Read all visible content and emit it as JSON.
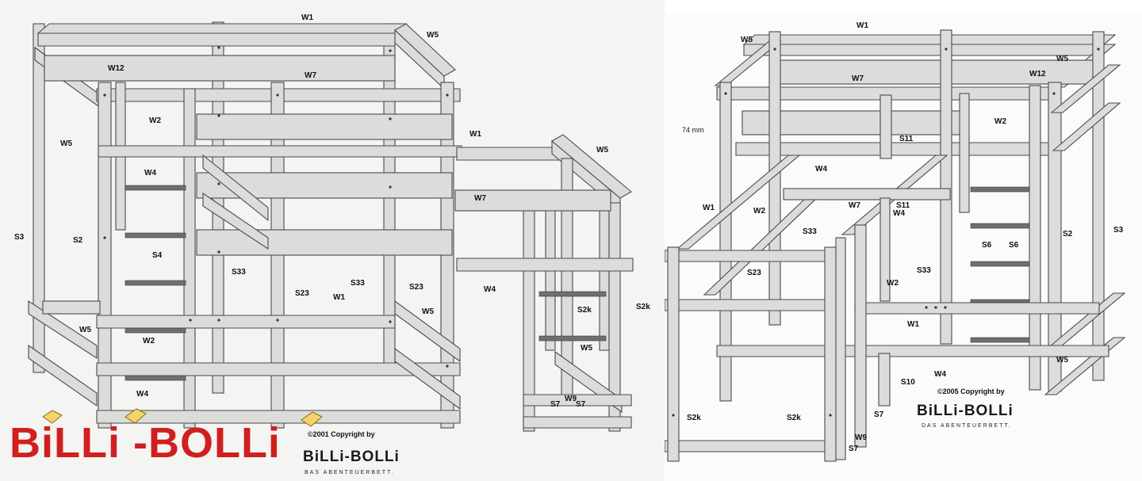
{
  "left_diagram": {
    "labels": {
      "w1_top": "W1",
      "w5_top": "W5",
      "w12": "W12",
      "w7_top": "W7",
      "w2_top": "W2",
      "w5_left": "W5",
      "w4_top": "W4",
      "w1_mid": "W1",
      "w5_mid": "W5",
      "w7_mid": "W7",
      "s3": "S3",
      "s2": "S2",
      "s4": "S4",
      "s33_a": "S33",
      "s23_a": "S23",
      "s33_b": "S33",
      "s23_b": "S23",
      "w4_mid": "W4",
      "w1_low": "W1",
      "w5_low": "W5",
      "s2k_a": "S2k",
      "s2k_b": "S2k",
      "w5_bottom_left": "W5",
      "w2_low": "W2",
      "w5_right": "W5",
      "w4_low": "W4",
      "w9": "W9",
      "s7_a": "S7",
      "s7_b": "S7"
    },
    "copyright": "©2001 Copyright by",
    "logo_big": "BiLLi -BOLLi",
    "logo_small": "BiLLi-BOLLi",
    "tagline": "BAS ABENTEUERBETT."
  },
  "right_diagram": {
    "labels": {
      "w1_top": "W1",
      "w5_left": "W5",
      "w5_right": "W5",
      "w12": "W12",
      "w7": "W7",
      "w2_right": "W2",
      "dim_74": "74 mm",
      "s11_top": "S11",
      "w4_top": "W4",
      "w1_left": "W1",
      "w2_left": "W2",
      "w7_mid": "W7",
      "s11_mid": "S11",
      "w4_mid": "W4",
      "s33_a": "S33",
      "s6_a": "S6",
      "s6_b": "S6",
      "s2": "S2",
      "s3": "S3",
      "s23": "S23",
      "s33_b": "S33",
      "w2_mid": "W2",
      "w1_low": "W1",
      "w4_low": "W4",
      "s10": "S10",
      "w5_low": "W5",
      "s2k_a": "S2k",
      "s2k_b": "S2k",
      "s7_a": "S7",
      "w9": "W9",
      "s7_b": "S7"
    },
    "copyright": "©2005 Copyright by",
    "logo_small": "BiLLi-BOLLi",
    "tagline": "DAS ABENTEUERBETT."
  }
}
